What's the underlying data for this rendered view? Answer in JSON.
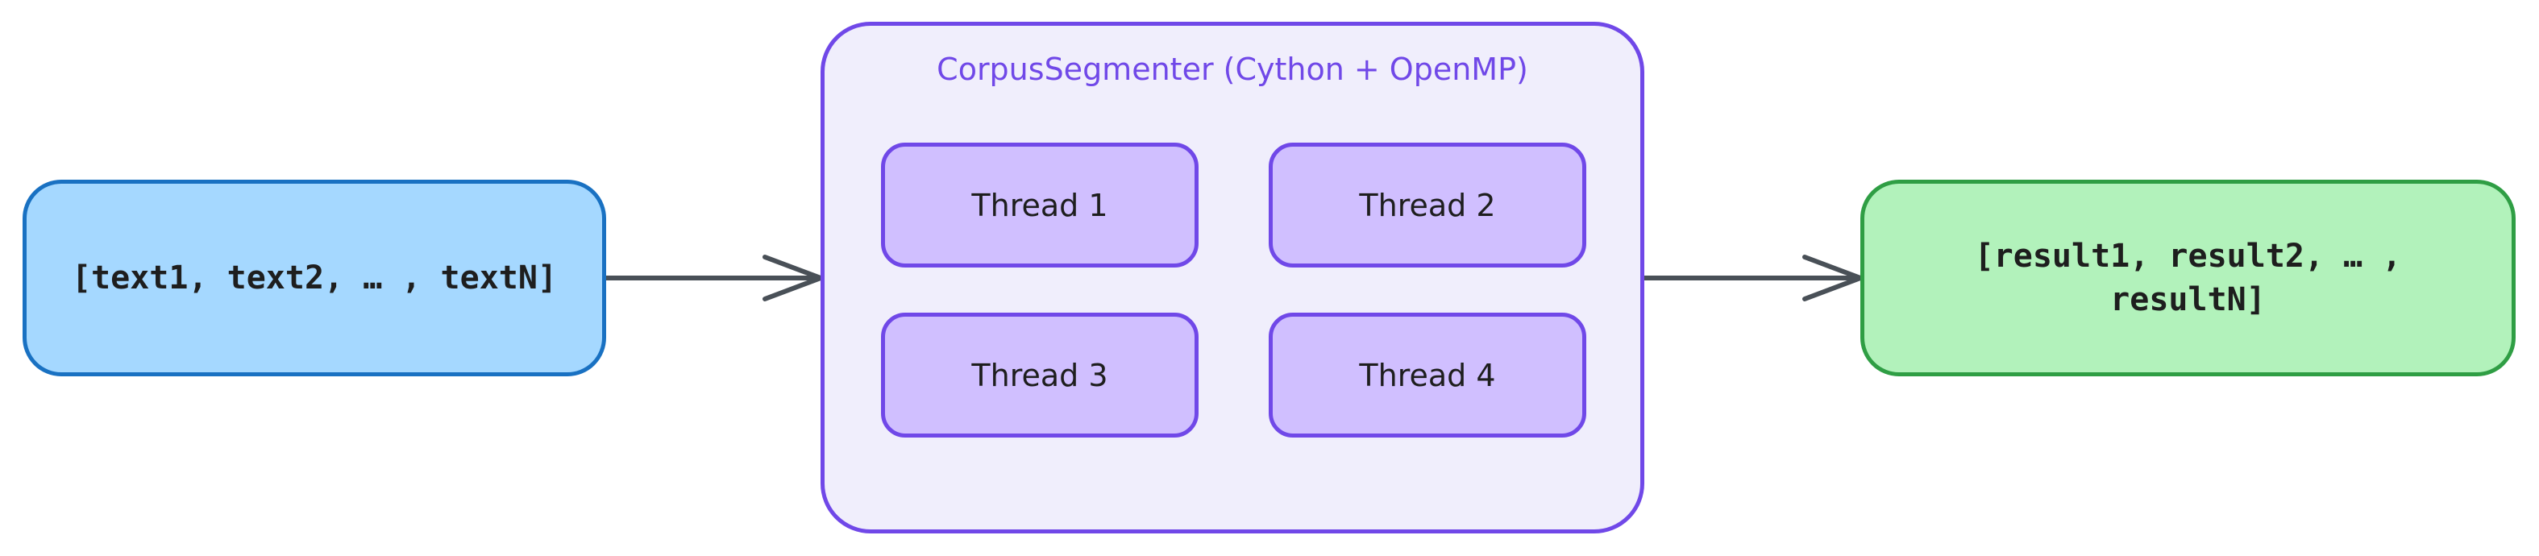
{
  "diagram": {
    "input": {
      "label": "[text1, text2, … , textN]",
      "fill": "#a5d8ff",
      "stroke": "#1971c2"
    },
    "processor": {
      "title": "CorpusSegmenter (Cython + OpenMP)",
      "fill": "#f0eefc",
      "stroke": "#7048e8",
      "threads": [
        {
          "label": "Thread 1"
        },
        {
          "label": "Thread 2"
        },
        {
          "label": "Thread 3"
        },
        {
          "label": "Thread 4"
        }
      ]
    },
    "output": {
      "label": "[result1, result2, … , resultN]",
      "fill": "#b2f2bb",
      "stroke": "#2f9e44"
    },
    "edges": [
      {
        "from": "input",
        "to": "processor"
      },
      {
        "from": "processor",
        "to": "output"
      }
    ],
    "arrow_color": "#495057"
  }
}
